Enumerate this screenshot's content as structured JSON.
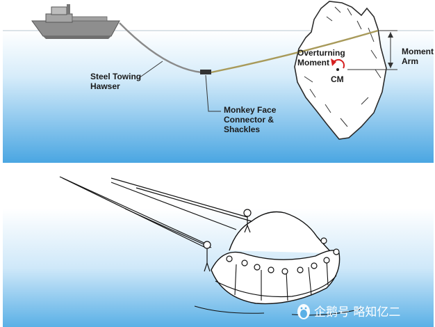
{
  "top_diagram": {
    "labels": {
      "hawser": [
        "Steel Towing",
        "Hawser"
      ],
      "connector": [
        "Monkey Face",
        "Connector &",
        "Shackles"
      ],
      "overturning": [
        "Overturning",
        "Moment"
      ],
      "moment_arm": [
        "Moment",
        "Arm"
      ],
      "cm": "CM"
    },
    "colors": {
      "water_top": "#ffffff",
      "water_bottom": "#4aa6e2",
      "hawser": "#8a8a8a",
      "tow_rope": "#a89a5a",
      "moment_arrow": "#d62020",
      "ship": "#8e8e8e"
    }
  },
  "watermark": {
    "icon": "penguin-icon",
    "text": "企鹅号 略知亿二"
  }
}
